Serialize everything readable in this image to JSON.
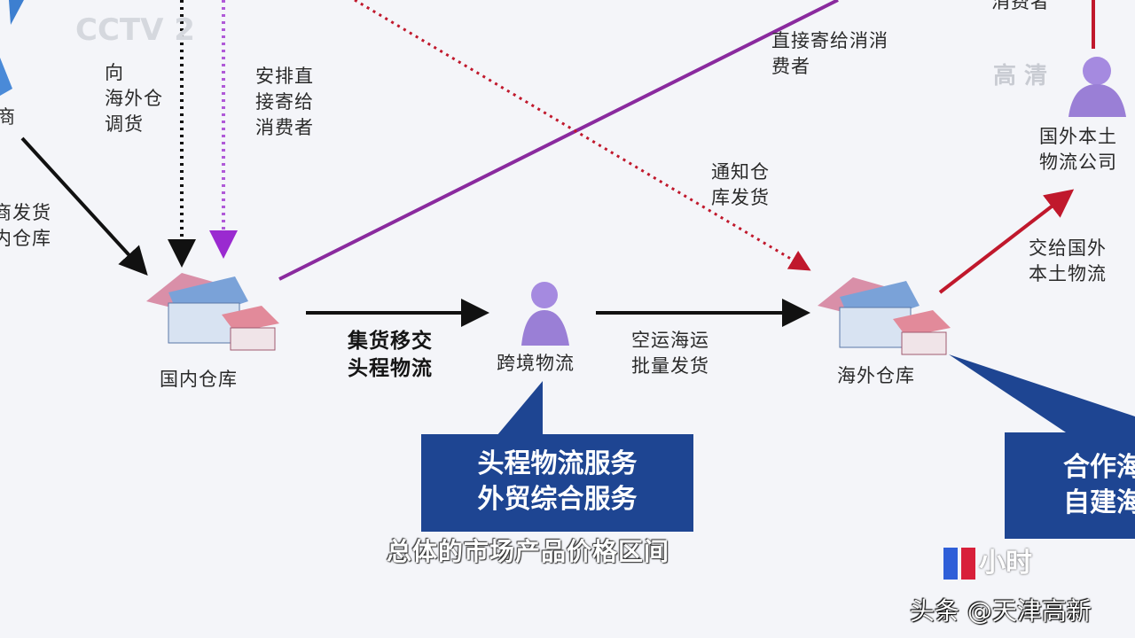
{
  "nodes": {
    "domestic_warehouse": "国内仓库",
    "cross_border": "跨境物流",
    "overseas_warehouse": "海外仓库",
    "foreign_logistics": "国外本土\n物流公司",
    "supplier_partial": "商"
  },
  "edges": {
    "supplier_to_domestic": "商发货\n内仓库",
    "to_overseas_transfer": "向\n海外仓\n调货",
    "arrange_direct": "安排直\n接寄给\n消费者",
    "direct_to_consumer": "直接寄给消消\n费者",
    "consumer_top": "消费者",
    "notify_warehouse": "通知仓\n库发货",
    "consolidate": "集货移交\n头程物流",
    "air_sea": "空运海运\n批量发货",
    "hand_to_foreign": "交给国外\n本土物流"
  },
  "callouts": {
    "first_leg": "头程物流服务\n外贸综合服务",
    "right_box": "合作海\n自建海"
  },
  "subtitle": "总体的市场产品价格区间",
  "watermark": "头条 @天津高新",
  "overlay": {
    "channel_logo": "CCTV-2",
    "hd_badge": "高清",
    "program_logo": "经济半小时"
  },
  "colors": {
    "black_arrow": "#111111",
    "purple": "#8a2a9e",
    "red": "#c0182c",
    "callout_blue": "#1e4592",
    "person": "#9a7fd6"
  }
}
